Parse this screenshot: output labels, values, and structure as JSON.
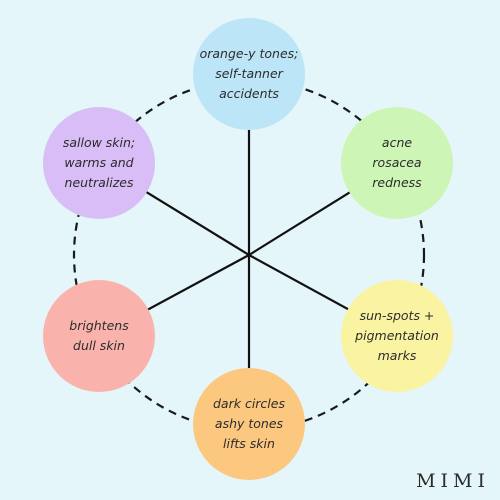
{
  "brand": "MIMI",
  "wheel": {
    "nodes": [
      {
        "id": "top",
        "color": "#bde5f8",
        "lines": [
          "orange-y tones;",
          "self-tanner",
          "accidents"
        ]
      },
      {
        "id": "top-right",
        "color": "#cdf5b6",
        "lines": [
          "acne",
          "rosacea",
          "redness"
        ]
      },
      {
        "id": "bottom-right",
        "color": "#faf3a2",
        "lines": [
          "sun-spots +",
          "pigmentation",
          "marks"
        ]
      },
      {
        "id": "bottom",
        "color": "#fcc880",
        "lines": [
          "dark circles",
          "ashy tones",
          "lifts skin"
        ]
      },
      {
        "id": "bottom-left",
        "color": "#f9b3ac",
        "lines": [
          "brightens",
          "dull skin"
        ]
      },
      {
        "id": "top-left",
        "color": "#d9bdf7",
        "lines": [
          "sallow skin;",
          "warms and",
          "neutralizes"
        ]
      }
    ]
  }
}
